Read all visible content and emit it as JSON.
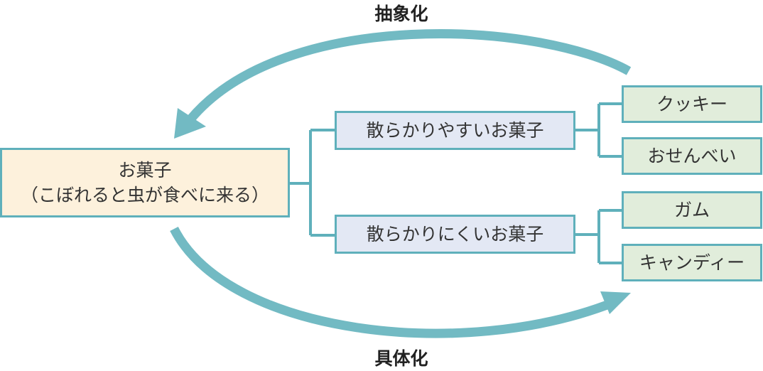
{
  "arrows": {
    "top_label": "抽象化",
    "bottom_label": "具体化"
  },
  "root": {
    "line1": "お菓子",
    "line2": "（こぼれると虫が食べに来る）"
  },
  "categories": [
    {
      "label": "散らかりやすいお菓子",
      "items": [
        "クッキー",
        "おせんべい"
      ]
    },
    {
      "label": "散らかりにくいお菓子",
      "items": [
        "ガム",
        "キャンディー"
      ]
    }
  ],
  "colors": {
    "line": "#5fb0bb",
    "arrow": "#72bac3",
    "root_fill": "#fdf1dc",
    "mid_fill": "#e3e8f4",
    "leaf_fill": "#e1eddb"
  }
}
